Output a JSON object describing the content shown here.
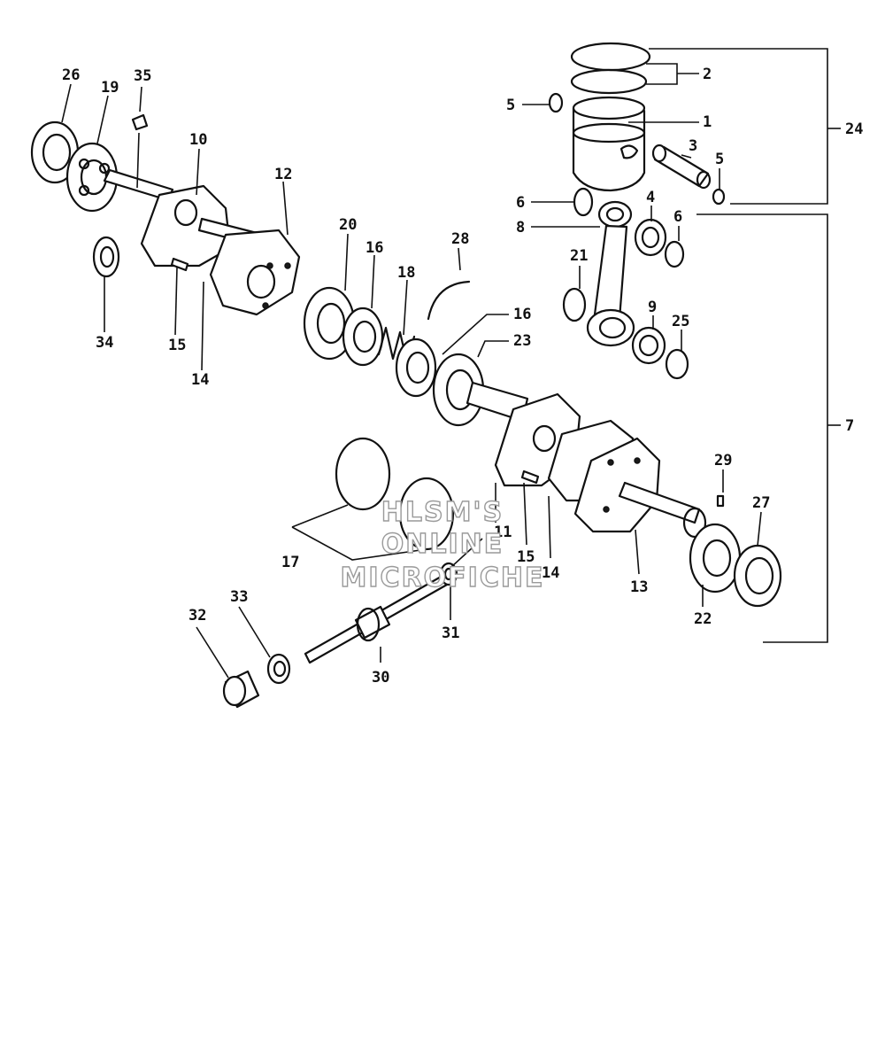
{
  "watermark": {
    "line1": "HLSM'S",
    "line2": "ONLINE",
    "line3": "MICROFICHE"
  },
  "callouts": {
    "c1": "1",
    "c2": "2",
    "c3": "3",
    "c4": "4",
    "c5a": "5",
    "c5b": "5",
    "c6a": "6",
    "c6b": "6",
    "c7": "7",
    "c8": "8",
    "c9": "9",
    "c10": "10",
    "c11": "11",
    "c12": "12",
    "c13": "13",
    "c14a": "14",
    "c14b": "14",
    "c15a": "15",
    "c15b": "15",
    "c16a": "16",
    "c16b": "16",
    "c17": "17",
    "c18": "18",
    "c19": "19",
    "c20": "20",
    "c21": "21",
    "c22": "22",
    "c23": "23",
    "c24": "24",
    "c25": "25",
    "c26": "26",
    "c27": "27",
    "c28": "28",
    "c29": "29",
    "c30": "30",
    "c31": "31",
    "c32": "32",
    "c33": "33",
    "c34": "34",
    "c35": "35"
  }
}
